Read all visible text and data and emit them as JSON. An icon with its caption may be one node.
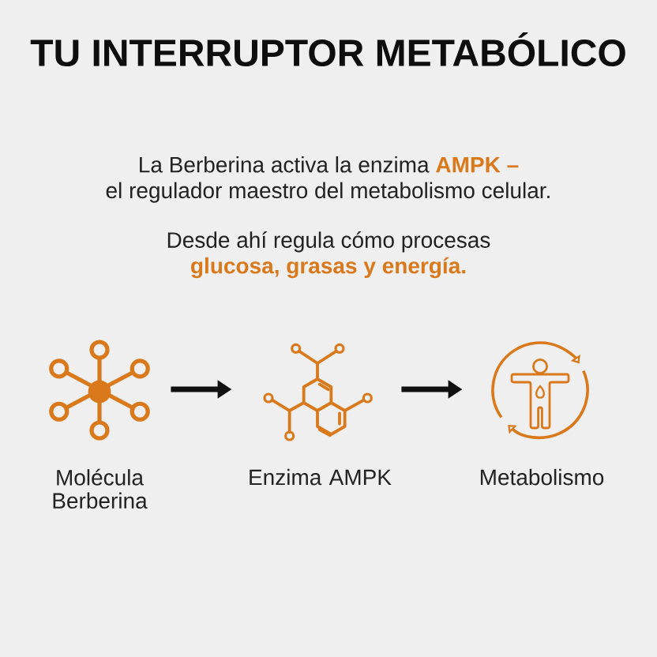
{
  "diagram": {
    "title": "TU INTERRUPTOR METABÓLICO",
    "nodes": [
      {
        "text": [],
        "shape": "picture",
        "beside": [
          "Molécula Berberina"
        ]
      },
      {
        "text": [],
        "shape": "picture",
        "beside": [
          "Enzima AMPK"
        ]
      },
      {
        "text": [],
        "shape": "picture",
        "beside": [
          "Metabolismo"
        ]
      }
    ],
    "edges": [
      {
        "from": 0,
        "to": 1,
        "arrow": "to"
      },
      {
        "from": 1,
        "to": 2,
        "arrow": "to"
      }
    ],
    "labels": [
      "La Berberina activa la enzima **AMPK –** el regulador maestro del metabolismo celular.",
      "Desde ahí regula cómo procesas **glucosa, grasas y energía.**"
    ]
  }
}
